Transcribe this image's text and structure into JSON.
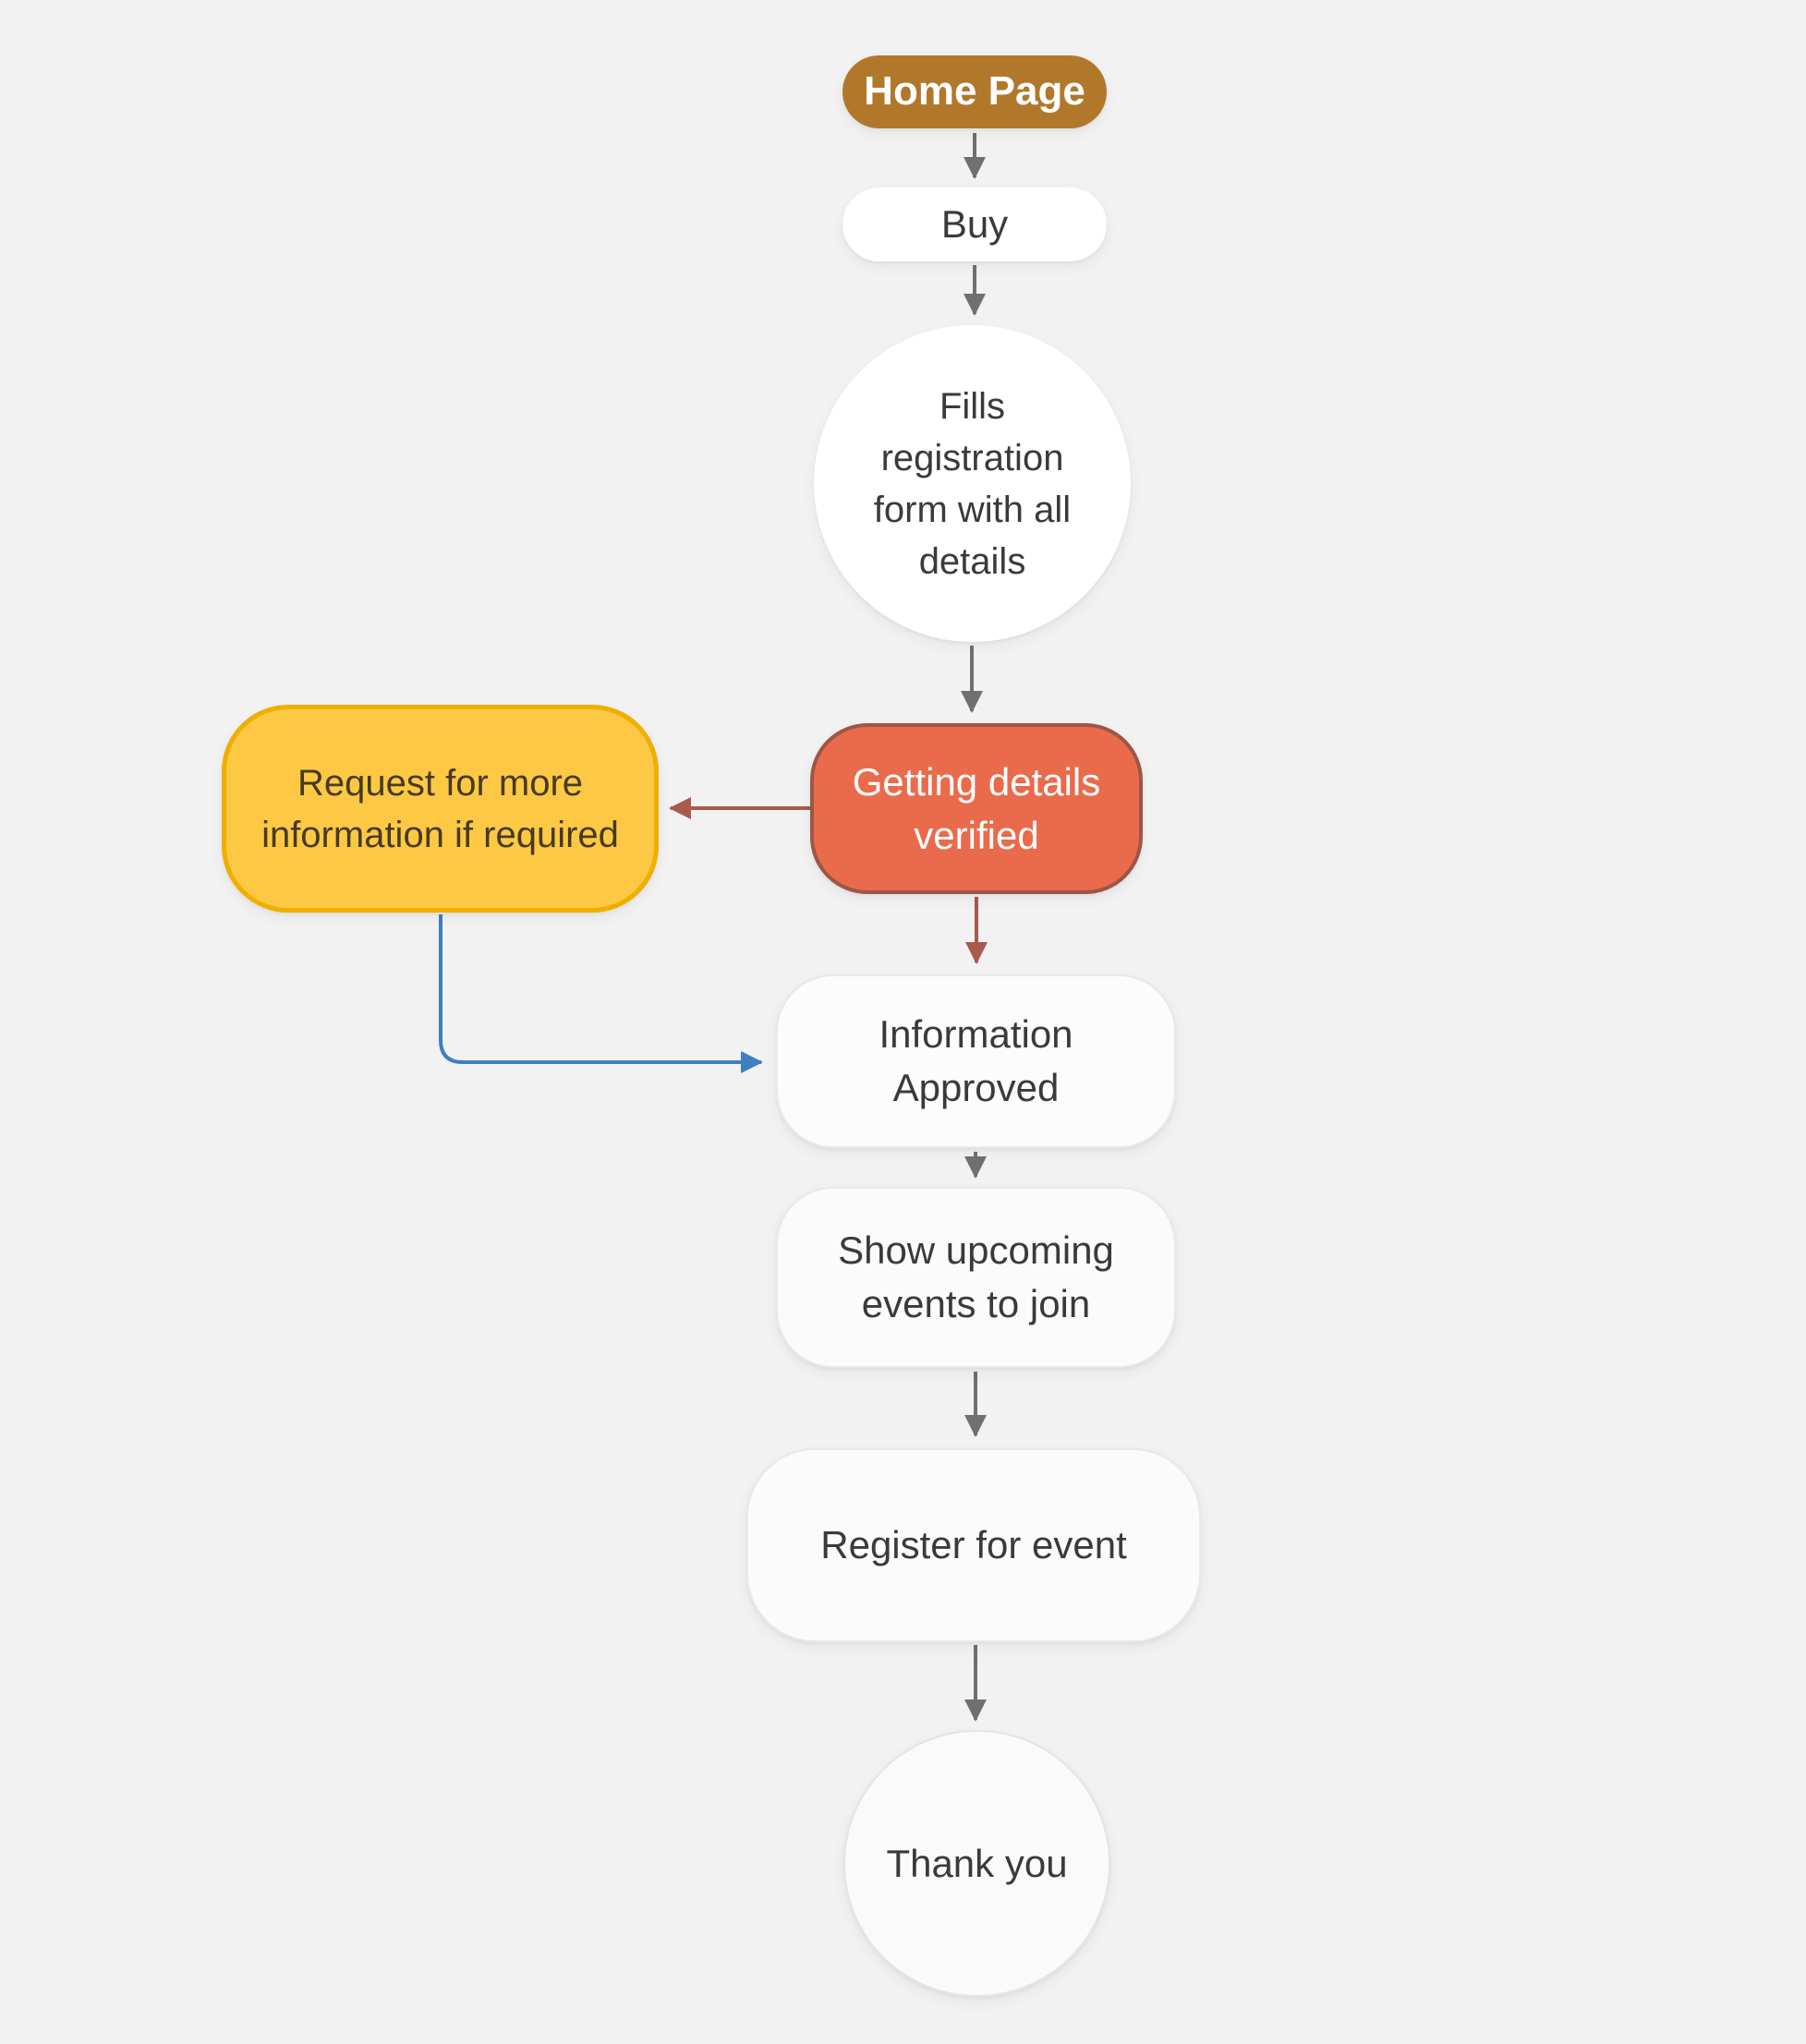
{
  "diagram": {
    "nodes": {
      "home": {
        "label": "Home Page",
        "shape": "pill",
        "role": "start"
      },
      "buy": {
        "label": "Buy",
        "shape": "rounded-rect",
        "role": "process"
      },
      "fills_form": {
        "label": "Fills registration form with all details",
        "shape": "circle",
        "role": "process"
      },
      "request_info": {
        "label": "Request for more information if required",
        "shape": "rounded-rect",
        "role": "alternate-branch"
      },
      "verify": {
        "label": "Getting details verified",
        "shape": "rounded-rect",
        "role": "decision"
      },
      "info_approved": {
        "label": "Information Approved",
        "shape": "rounded-rect",
        "role": "process"
      },
      "show_events": {
        "label": "Show upcoming events to join",
        "shape": "rounded-rect",
        "role": "process"
      },
      "register": {
        "label": "Register for event",
        "shape": "rounded-rect",
        "role": "process"
      },
      "thank_you": {
        "label": "Thank you",
        "shape": "circle",
        "role": "end"
      }
    },
    "edges": [
      {
        "from": "home",
        "to": "buy",
        "color_key": "arrow_gray"
      },
      {
        "from": "buy",
        "to": "fills_form",
        "color_key": "arrow_gray"
      },
      {
        "from": "fills_form",
        "to": "verify",
        "color_key": "arrow_gray"
      },
      {
        "from": "verify",
        "to": "request_info",
        "color_key": "arrow_red"
      },
      {
        "from": "verify",
        "to": "info_approved",
        "color_key": "arrow_red"
      },
      {
        "from": "request_info",
        "to": "info_approved",
        "color_key": "arrow_blue"
      },
      {
        "from": "info_approved",
        "to": "show_events",
        "color_key": "arrow_gray"
      },
      {
        "from": "show_events",
        "to": "register",
        "color_key": "arrow_gray"
      },
      {
        "from": "register",
        "to": "thank_you",
        "color_key": "arrow_gray"
      }
    ]
  },
  "colors": {
    "page_bg": "#F2F2F2",
    "home_bg": "#B1782C",
    "home_text": "#FFFFFF",
    "white_node_bg": "#FFFFFF",
    "offwhite_node_bg": "#FBFBFB",
    "node_border_light": "#E9E9E9",
    "verify_bg": "#E96B4C",
    "verify_border": "#9E5548",
    "verify_text": "#FFFFFF",
    "request_bg": "#FDC944",
    "request_border": "#EFAF00",
    "request_text": "#473A1F",
    "node_text": "#3A3A3A",
    "arrow_gray": "#707070",
    "arrow_red": "#A85A4D",
    "arrow_blue": "#3F7FBF"
  }
}
